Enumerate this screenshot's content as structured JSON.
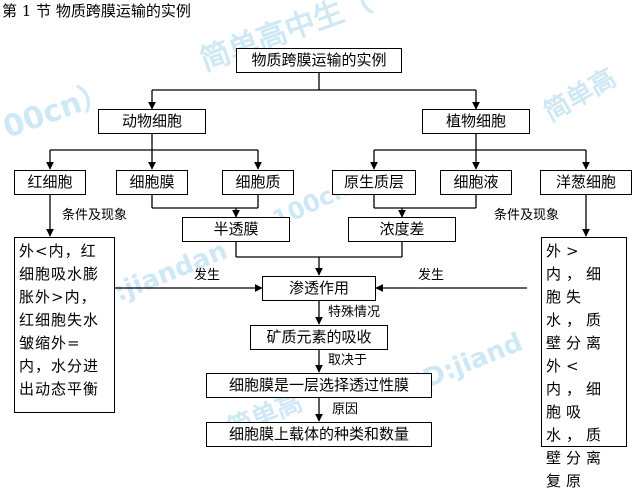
{
  "header": {
    "title": "第 1 节  物质跨膜运输的实例"
  },
  "watermarks": [
    "简单高中生（",
    "00cn）",
    "简单高",
    "100cn",
    "(ID:jiandan",
    "(ID:jiand",
    "简单高"
  ],
  "nodes": {
    "root": "物质跨膜运输的实例",
    "animal": "动物细胞",
    "plant": "植物细胞",
    "rbc": "红细胞",
    "cell_membrane": "细胞膜",
    "cytoplasm": "细胞质",
    "protoplast_layer": "原生质层",
    "cell_sap": "细胞液",
    "onion_cell": "洋葱细胞",
    "semi_permeable": "半透膜",
    "concentration_diff": "浓度差",
    "osmosis": "渗透作用",
    "mineral_absorption": "矿质元素的吸收",
    "selective_membrane": "细胞膜是一层选择透过性膜",
    "carrier_types": "细胞膜上载体的种类和数量"
  },
  "labels": {
    "conditions_left": "条件及现象",
    "conditions_right": "条件及现象",
    "occurs_left": "发生",
    "occurs_right": "发生",
    "special_case": "特殊情况",
    "depends_on": "取决于",
    "reason": "原因"
  },
  "left_panel": "外<内，红细胞吸水膨胀外>内，红细胞失水皱缩外=内，水分进出动态平衡",
  "right_panel": "外>内，细胞失水，质壁分离外<内，细胞吸水，质壁分离复原"
}
